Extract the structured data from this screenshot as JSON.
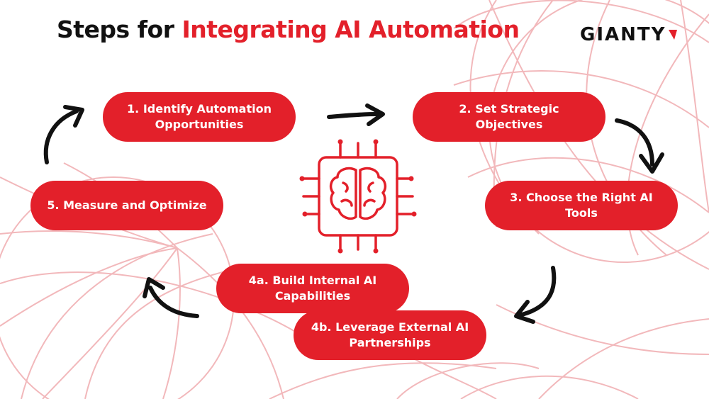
{
  "title": {
    "prefix": "Steps for",
    "highlight": "Integrating AI Automation"
  },
  "logo": {
    "text": "GIANTY"
  },
  "steps": [
    {
      "label": "1. Identify Automation Opportunities"
    },
    {
      "label": "2. Set Strategic Objectives"
    },
    {
      "label": "3. Choose the Right AI Tools"
    },
    {
      "label": "4a. Build Internal AI Capabilities"
    },
    {
      "label": "4b. Leverage External AI Partnerships"
    },
    {
      "label": "5. Measure and Optimize"
    }
  ],
  "center_icon": "ai-chip-brain-icon",
  "colors": {
    "accent": "#e3202a",
    "text": "#111111",
    "background_lines": "#f2b8bb"
  }
}
